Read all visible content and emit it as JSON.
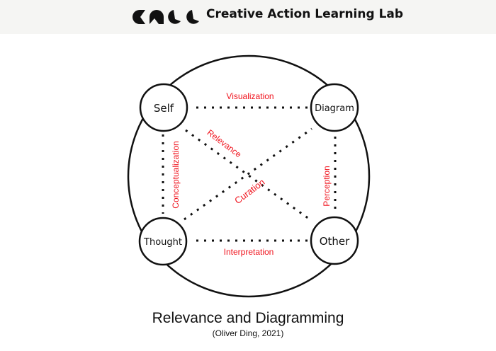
{
  "header": {
    "brand": "Creative Action Learning Lab",
    "logo_text": "CALL"
  },
  "diagram": {
    "nodes": {
      "self": "Self",
      "diagram": "Diagram",
      "thought": "Thought",
      "other": "Other"
    },
    "relations": {
      "visualization": "Visualization",
      "interpretation": "Interpretation",
      "conceptualization": "Conceptualization",
      "perception": "Perception",
      "relevance": "Relevance",
      "curation": "Curation"
    },
    "relation_color": "#f0141e"
  },
  "caption": {
    "title": "Relevance and Diagramming",
    "subtitle": "(Oliver Ding, 2021)"
  }
}
